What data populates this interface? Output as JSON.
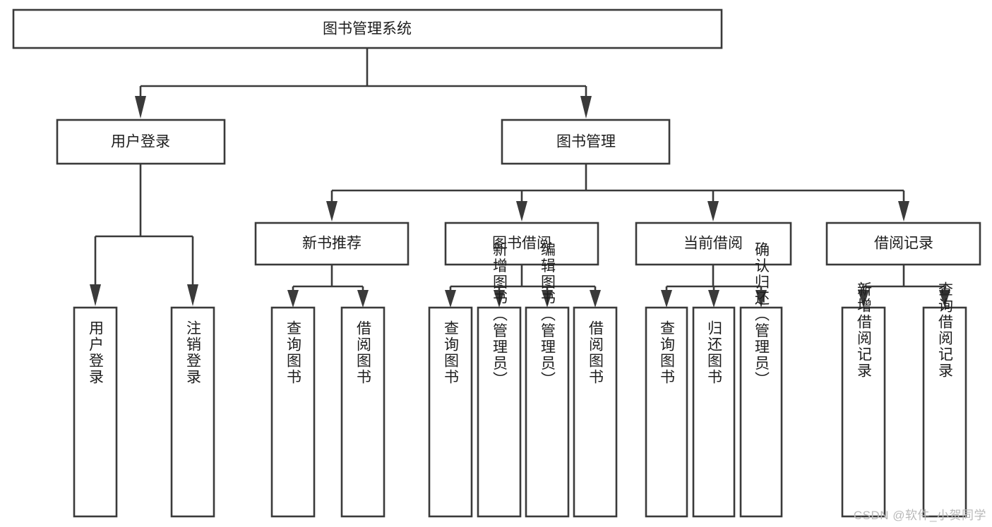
{
  "diagram": {
    "type": "tree-hierarchy",
    "title": "图书管理系统",
    "watermark": "CSDN @软件_小贺同学",
    "colors": {
      "stroke": "#3a3a3a",
      "box_fill": "#ffffff",
      "text": "#1d1d1d",
      "watermark": "#b9b9b9",
      "background": "#ffffff"
    },
    "root": {
      "label": "图书管理系统"
    },
    "level2": [
      {
        "label": "用户登录"
      },
      {
        "label": "图书管理"
      }
    ],
    "level3": [
      {
        "label": "新书推荐"
      },
      {
        "label": "图书借阅"
      },
      {
        "label": "当前借阅"
      },
      {
        "label": "借阅记录"
      }
    ],
    "leaves": {
      "user_login": [
        {
          "label": "用户登录"
        },
        {
          "label": "注销登录"
        }
      ],
      "new_book_recommend": [
        {
          "label": "查询图书"
        },
        {
          "label": "借阅图书"
        }
      ],
      "book_borrow": [
        {
          "label": "查询图书"
        },
        {
          "label": "新增图书（管理员）"
        },
        {
          "label": "编辑图书（管理员）"
        },
        {
          "label": "借阅图书"
        }
      ],
      "current_borrow": [
        {
          "label": "查询图书"
        },
        {
          "label": "归还图书"
        },
        {
          "label": "确认归还（管理员）"
        }
      ],
      "borrow_record": [
        {
          "label": "新增借阅记录"
        },
        {
          "label": "查询借阅记录"
        }
      ]
    }
  }
}
